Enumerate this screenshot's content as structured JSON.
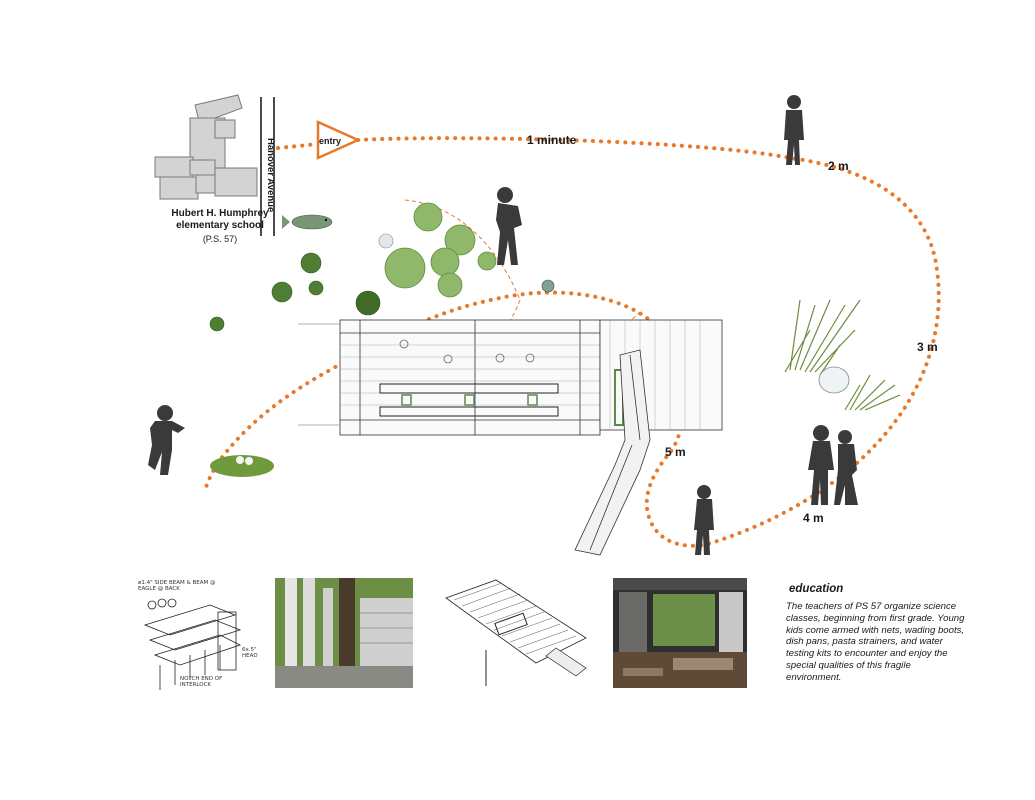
{
  "school": {
    "name": "Hubert H. Humphrey elementary school",
    "code": "(P.S. 57)"
  },
  "street": "Hanover Avenue",
  "entry_label": "entry",
  "route": {
    "segments": [
      "1 minute",
      "2 m",
      "3 m",
      "4 m",
      "5 m"
    ]
  },
  "sketch_notes": {
    "top": "ø1.4\" SIDE BEAM & BEAM @ EAGLE @ BACK",
    "right": "6x.5\" HEAD",
    "bottom": "NOTCH END OF INTERLOCK"
  },
  "education": {
    "title": "education",
    "body": "The teachers of PS 57 organize science classes, beginning from first grade. Young kids come armed with nets, wading boots, dish pans, pasta strainers, and water testing kits to encounter and enjoy the special qualities of this fragile environment."
  },
  "colors": {
    "route": "#e8782a",
    "silhouette": "#3a3a3a",
    "building": "#d3d3d3",
    "lily_pad": "#8fb86a",
    "grass": "#6e8c3c",
    "deck_panel": "#5d8a4a"
  }
}
